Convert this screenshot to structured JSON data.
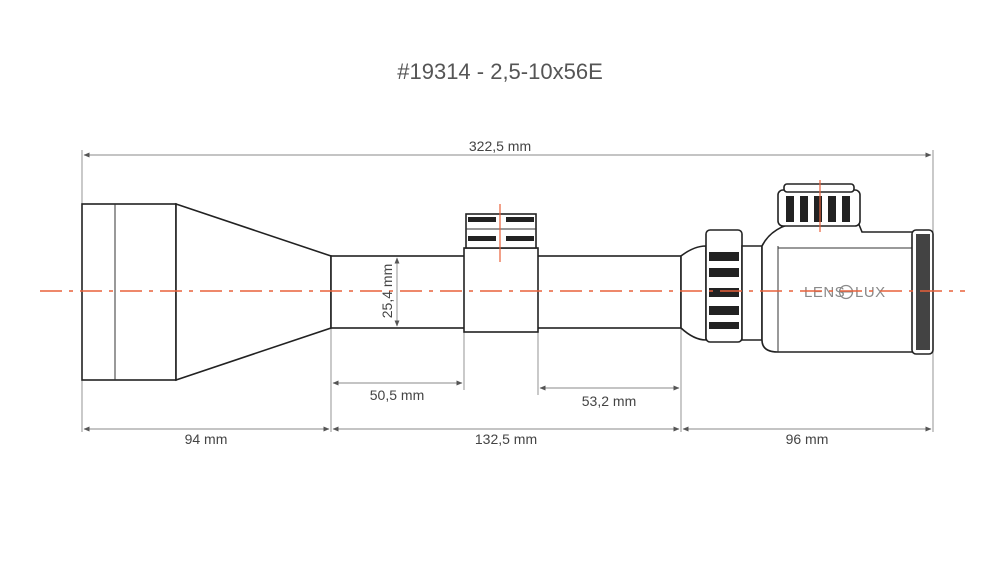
{
  "title": "#19314 - 2,5-10x56E",
  "brand": {
    "logo_text_a": "LENS",
    "logo_text_b": "LUX"
  },
  "dimensions": {
    "overall_length": "322,5 mm",
    "objective_length": "94 mm",
    "middle_length": "132,5 mm",
    "eyepiece_length": "96 mm",
    "tube_diameter": "25,4 mm",
    "front_mount_length": "50,5 mm",
    "rear_mount_length": "53,2 mm"
  },
  "colors": {
    "axis": "#e8603a",
    "outline": "#222222",
    "text": "#444444"
  }
}
